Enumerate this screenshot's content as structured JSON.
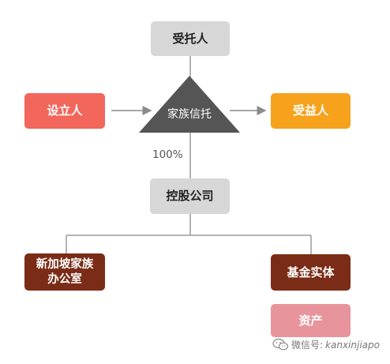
{
  "nodes": {
    "trustee": "受托人",
    "settlor": "设立人",
    "family_trust": "家族信托",
    "beneficiary": "受益人",
    "holding_company": "控股公司",
    "sfo_line1": "新加坡家族",
    "sfo_line2": "办公室",
    "fund_entity": "基金实体",
    "assets": "资产"
  },
  "labels": {
    "ownership": "100%"
  },
  "watermark": {
    "prefix": "微信号: ",
    "account": "kanxinjiapo"
  },
  "colors": {
    "gray_box": "#d7d7d7",
    "settlor": "#f2665b",
    "beneficiary": "#f6a21d",
    "brown_box": "#7a2c16",
    "assets": "#e8949c",
    "triangle": "#555555",
    "connector": "#9a9a9a"
  }
}
